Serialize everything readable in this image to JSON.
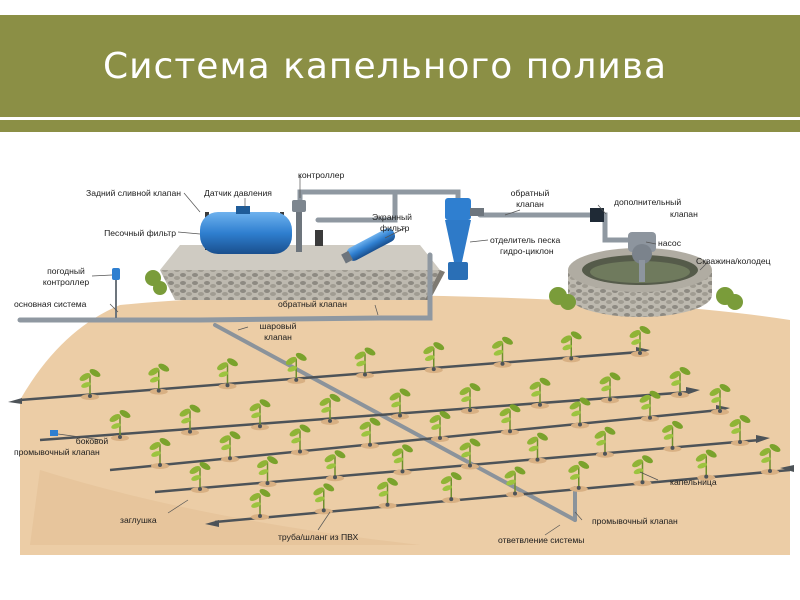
{
  "slide": {
    "title": "Система капельного полива",
    "accent_color": "#8b8f45"
  },
  "labels": {
    "rear_drain_valve": "Задний сливной клапан",
    "pressure_sensor": "Датчик давления",
    "controller": "контроллер",
    "check_valve_top_1": "обратный",
    "check_valve_top_2": "клапан",
    "extra_valve_1": "дополнительный",
    "extra_valve_2": "клапан",
    "sand_filter": "Песочный фильтр",
    "screen_filter_1": "Экранный",
    "screen_filter_2": "фильтр",
    "hydrocyclone_1": "отделитель песка",
    "hydrocyclone_2": "гидро-циклон",
    "pump": "насос",
    "well": "Скважина/колодец",
    "weather_controller_1": "погодный",
    "weather_controller_2": "контроллер",
    "main_system": "основная система",
    "check_valve_bottom": "обратный клапан",
    "ball_valve_1": "шаровый",
    "ball_valve_2": "клапан",
    "side_flush_valve_1": "боковой",
    "side_flush_valve_2": "промывочный клапан",
    "dripper": "капельница",
    "end_plug": "заглушка",
    "pvc_pipe": "труба/шланг из ПВХ",
    "flush_valve": "промывочный клапан",
    "system_branch": "ответвление системы"
  },
  "icons": {
    "sand_filter": "sand-filter-tank-icon",
    "screen_filter": "screen-filter-icon",
    "hydrocyclone": "hydrocyclone-icon",
    "pump": "pump-icon",
    "well": "well-icon",
    "weather_controller": "weather-controller-icon",
    "plants": "seedling-icon"
  },
  "colors": {
    "soil": "#e9c9a2",
    "pipe": "#9aa3ab",
    "equipment": "#2f7fd0",
    "foliage": "#6e9a2a",
    "gravel": "#b9b6ad"
  }
}
